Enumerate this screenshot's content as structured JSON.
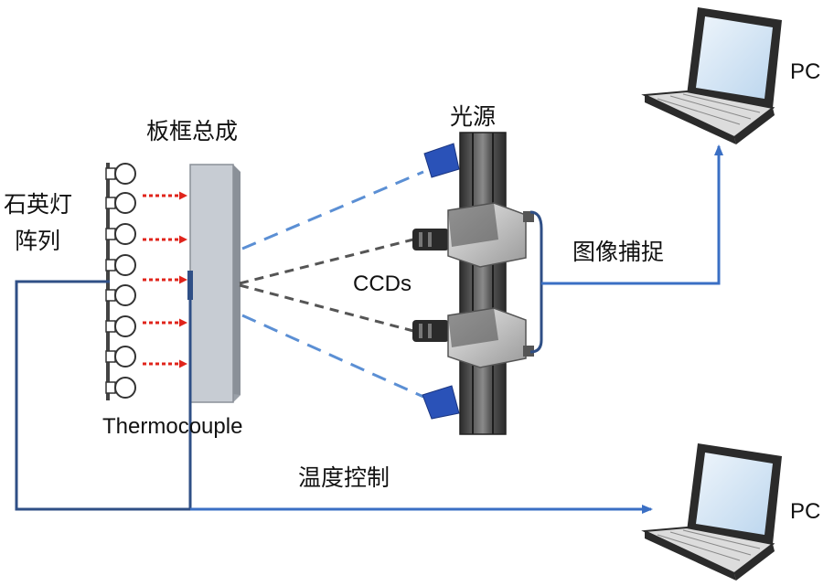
{
  "labels": {
    "lamp_array_line1": "石英灯",
    "lamp_array_line2": "阵列",
    "panel_assembly": "板框总成",
    "light_source": "光源",
    "ccds": "CCDs",
    "image_capture": "图像捕捉",
    "thermocouple": "Thermocouple",
    "temperature_control": "温度控制",
    "pc_top": "PC",
    "pc_bottom": "PC"
  },
  "colors": {
    "wire": "#2f4f86",
    "arrow_blue": "#3a6fc4",
    "heat_arrow": "#e0241b",
    "dashed_blue": "#5b8fd4",
    "dashed_gray": "#555555",
    "panel_fill": "#c7ccd3",
    "panel_edge": "#8a9098",
    "light_blue": "#2a52b8",
    "rail": "#3a3a3a"
  },
  "icons": {
    "lamp": "circle-bulb",
    "computer": "laptop-icon",
    "camera": "ccd-camera-icon",
    "light": "light-source-icon"
  }
}
